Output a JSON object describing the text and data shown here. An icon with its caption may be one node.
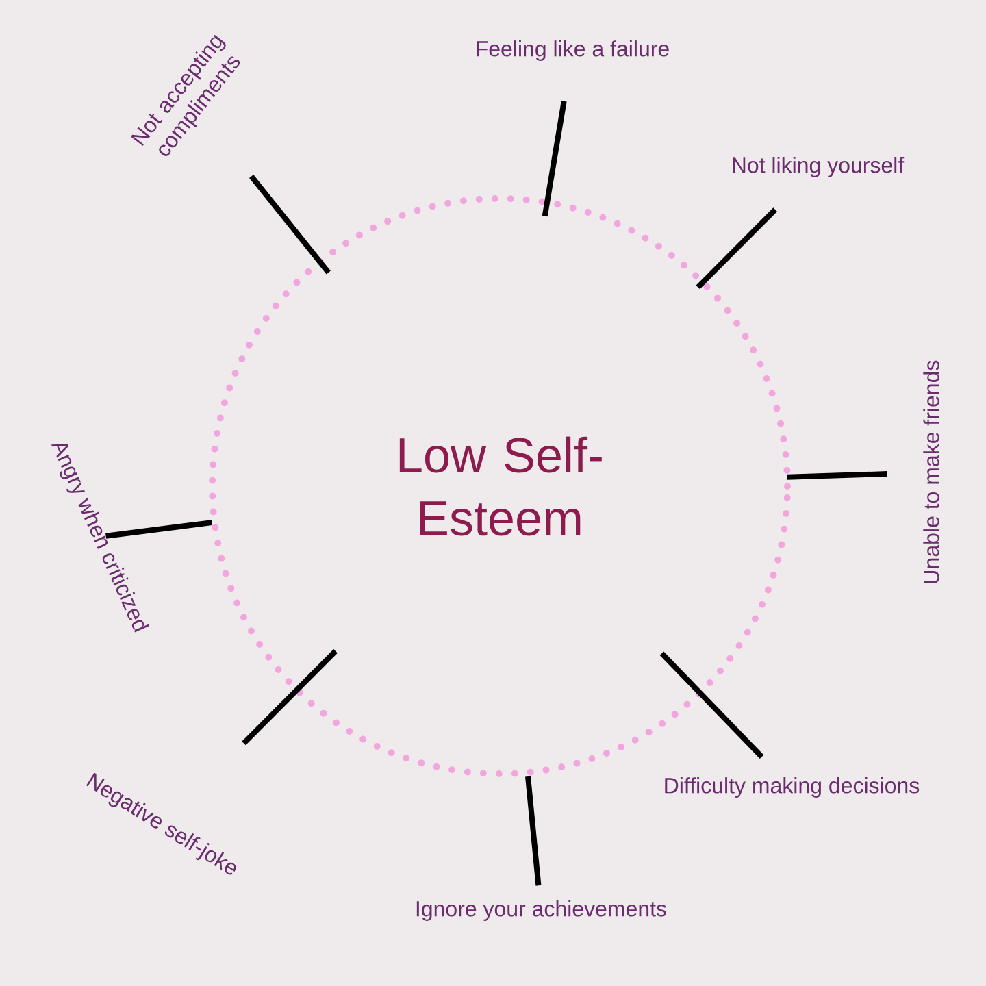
{
  "diagram": {
    "nodes": [
      {
        "text": [
          "Low Self-Esteem"
        ]
      },
      {
        "text": [
          "Feeling like a failure"
        ]
      },
      {
        "text": [
          "Not liking yourself"
        ]
      },
      {
        "text": [
          "Unable to make friends"
        ]
      },
      {
        "text": [
          "Difficulty making decisions"
        ]
      },
      {
        "text": [
          "Ignore your achievements"
        ]
      },
      {
        "text": [
          "Negative self-joke"
        ]
      },
      {
        "text": [
          "Angry when criticized"
        ]
      },
      {
        "text": [
          "Not accepting compliments"
        ]
      }
    ],
    "edges": [
      {
        "from": 0,
        "to": 1,
        "arrow": "none"
      },
      {
        "from": 0,
        "to": 2,
        "arrow": "none"
      },
      {
        "from": 0,
        "to": 3,
        "arrow": "none"
      },
      {
        "from": 0,
        "to": 4,
        "arrow": "none"
      },
      {
        "from": 0,
        "to": 5,
        "arrow": "none"
      },
      {
        "from": 0,
        "to": 6,
        "arrow": "none"
      },
      {
        "from": 0,
        "to": 7,
        "arrow": "none"
      },
      {
        "from": 0,
        "to": 8,
        "arrow": "none"
      }
    ]
  }
}
